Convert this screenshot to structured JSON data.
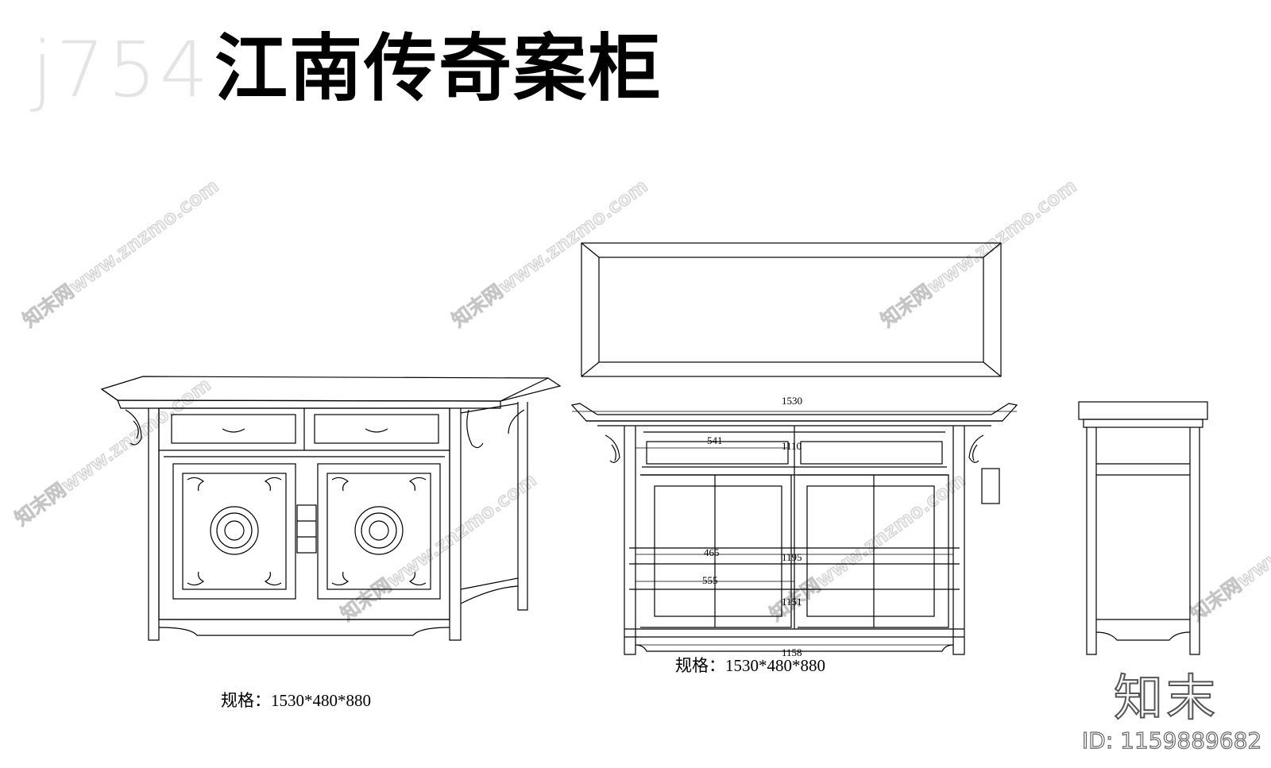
{
  "title": {
    "code": "j754",
    "name": "江南传奇案柜"
  },
  "specs": {
    "left": "规格：1530*480*880",
    "right": "规格：1530*480*880"
  },
  "dimensions": {
    "overall_width": "1530",
    "drawer_width": "541",
    "inner_width_top": "1110",
    "door_width": "465",
    "inner_width_mid": "1195",
    "door_width_lower": "555",
    "inner_width_low": "1151",
    "base_width": "1158"
  },
  "watermark": {
    "text": "知末网www.znzmo.com"
  },
  "footer": {
    "brand": "知末",
    "image_id": "ID: 1159889682"
  }
}
